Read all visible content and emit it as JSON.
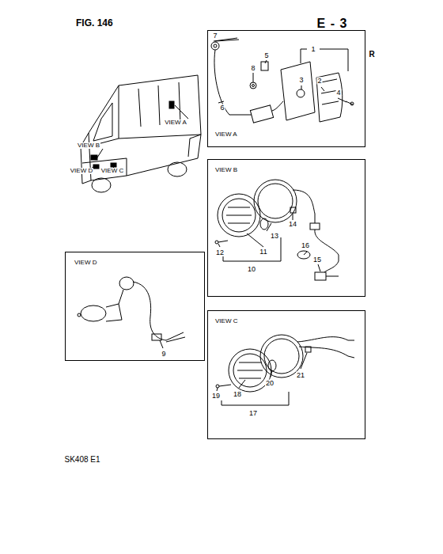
{
  "diagram": {
    "title": "FIG. 146",
    "nodes": [
      {
        "text": [
          "VIEW A"
        ]
      },
      {
        "text": [
          "VIEW B"
        ]
      },
      {
        "text": [
          "VIEW D"
        ]
      },
      {
        "text": [
          "VIEW C"
        ]
      }
    ],
    "labels": [
      "E - 3",
      "R",
      "SK408 E1",
      "VIEW A",
      "VIEW B",
      "VIEW D",
      "VIEW C",
      "7",
      "5",
      "1",
      "8",
      "3",
      "2",
      "4",
      "6",
      "13",
      "14",
      "11",
      "12",
      "10",
      "16",
      "15",
      "9",
      "19",
      "18",
      "20",
      "21",
      "17"
    ]
  }
}
